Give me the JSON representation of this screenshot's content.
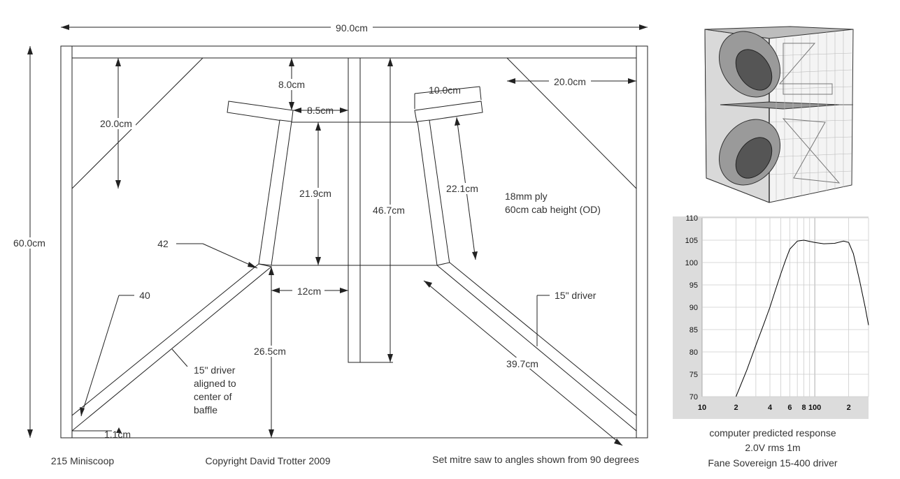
{
  "dimensions": {
    "total_width": "90.0cm",
    "total_height": "60.0cm",
    "top_left_vertical": "20.0cm",
    "top_right_horizontal": "20.0cm",
    "top_gap": "8.0cm",
    "flare_gap": "8.5cm",
    "flare_width": "10.0cm",
    "left_flare_length": "21.9cm",
    "center_divider": "46.7cm",
    "right_flare_length": "22.1cm",
    "throat_gap": "12cm",
    "bottom_height": "26.5cm",
    "baffle_length": "39.7cm",
    "bottom_gap": "1.1cm"
  },
  "angles": {
    "upper": "42",
    "lower": "40"
  },
  "notes": {
    "material_line1": "18mm ply",
    "material_line2": "60cm cab height (OD)",
    "driver_right": "15\" driver",
    "driver_left_1": "15\" driver",
    "driver_left_2": "aligned to",
    "driver_left_3": "center of",
    "driver_left_4": "baffle"
  },
  "footer": {
    "model": "215 Miniscoop",
    "copyright": "Copyright David Trotter 2009",
    "mitre_note": "Set mitre saw to angles shown from 90 degrees"
  },
  "response_caption": {
    "line1": "computer predicted response",
    "line2": "2.0V rms 1m",
    "line3": "Fane Sovereign 15-400 driver"
  },
  "chart_data": {
    "type": "line",
    "x_scale": "log",
    "x_tick_labels": [
      "10",
      "2",
      "4",
      "6",
      "8",
      "100",
      "2"
    ],
    "y_tick_labels": [
      "110",
      "105",
      "100",
      "95",
      "90",
      "85",
      "80",
      "75",
      "70"
    ],
    "ylim": [
      70,
      110
    ],
    "xlim": [
      10,
      300
    ],
    "grid": true,
    "series": [
      {
        "x": [
          20,
          25,
          30,
          35,
          40,
          45,
          50,
          55,
          60,
          70,
          80,
          100,
          120,
          150,
          180,
          200,
          220,
          250,
          280,
          300
        ],
        "y": [
          70,
          76,
          81.5,
          86,
          90,
          94,
          97.5,
          100.5,
          103,
          104.8,
          105,
          104.5,
          104.2,
          104.3,
          104.8,
          104.5,
          102,
          96,
          90,
          86
        ]
      }
    ],
    "color": "#000000"
  }
}
